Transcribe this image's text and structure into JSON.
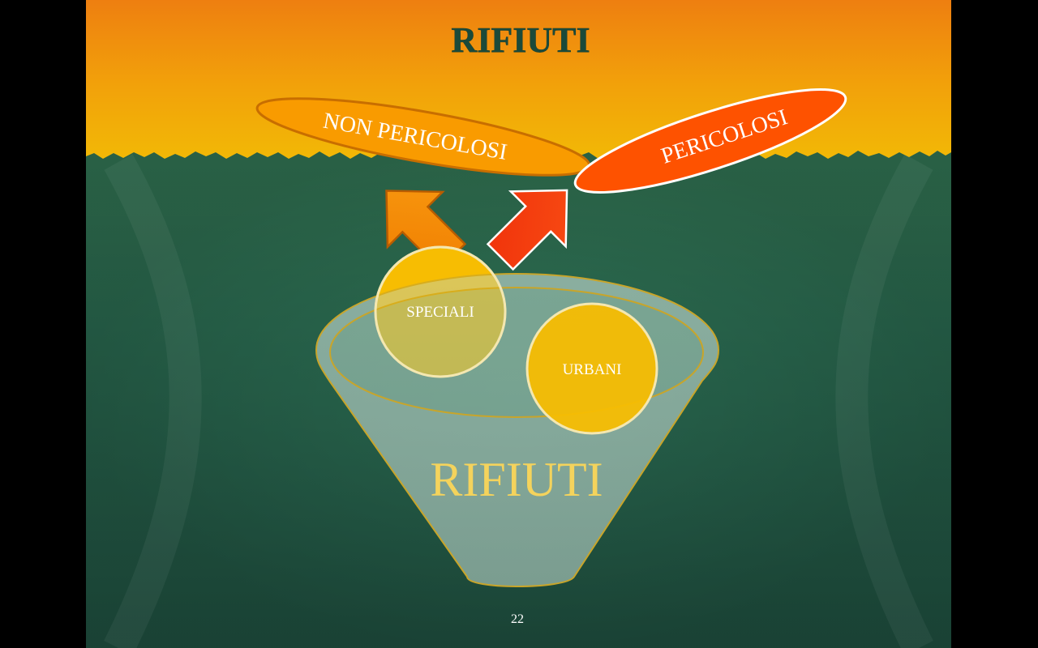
{
  "slide": {
    "title": "RIFIUTI",
    "page_number": "22"
  },
  "funnel": {
    "label": "RIFIUTI"
  },
  "circles": {
    "speciali": "SPECIALI",
    "urbani": "URBANI"
  },
  "categories": {
    "non_pericolosi": "NON PERICOLOSI",
    "pericolosi": "PERICOLOSI"
  },
  "colors": {
    "background_green": "#2e6e52",
    "header_orange": "#ee8a0e",
    "header_yellow": "#f5b406",
    "title_text": "#1b4a3a",
    "circle_fill": "#f7bd02",
    "funnel_fill": "#a8c4bb",
    "funnel_text": "#f4d35c",
    "non_pericolosi_fill": "#f99b00",
    "pericolosi_fill": "#fe5200",
    "arrow_orange": "#f48a00",
    "arrow_red": "#f43c0c"
  }
}
